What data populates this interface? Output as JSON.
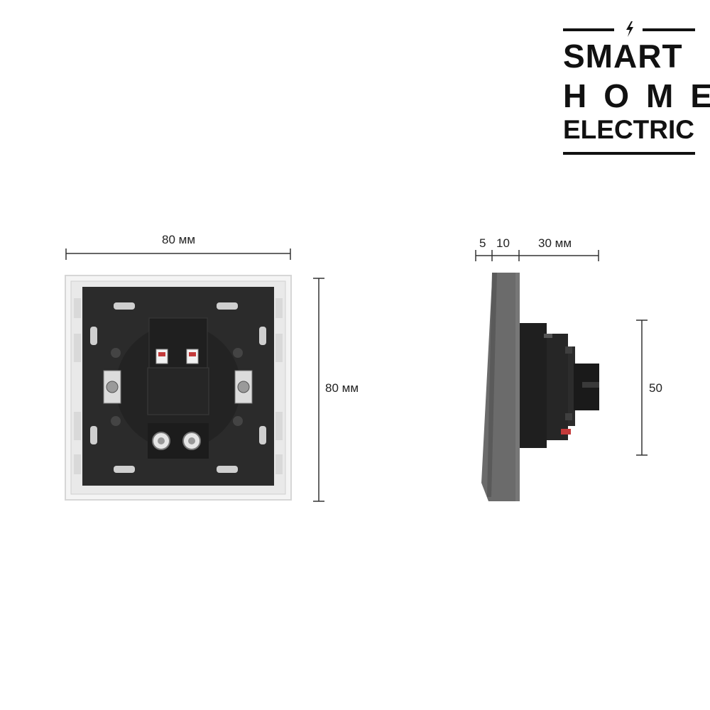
{
  "logo": {
    "line1": "SMART",
    "line2": "HOME",
    "line3": "ELECTRIC",
    "brand_color": "#111111"
  },
  "front_view": {
    "width_label": "80 мм",
    "height_label": "80 мм"
  },
  "side_view": {
    "depth_labels": [
      "5",
      "10",
      "30 мм"
    ],
    "mechanism_height_label": "50"
  },
  "colors": {
    "frame": "#f2f2f2",
    "body": "#2a2a2a",
    "side_plate": "#6b6b6b",
    "terminal": "#c33a3a"
  }
}
